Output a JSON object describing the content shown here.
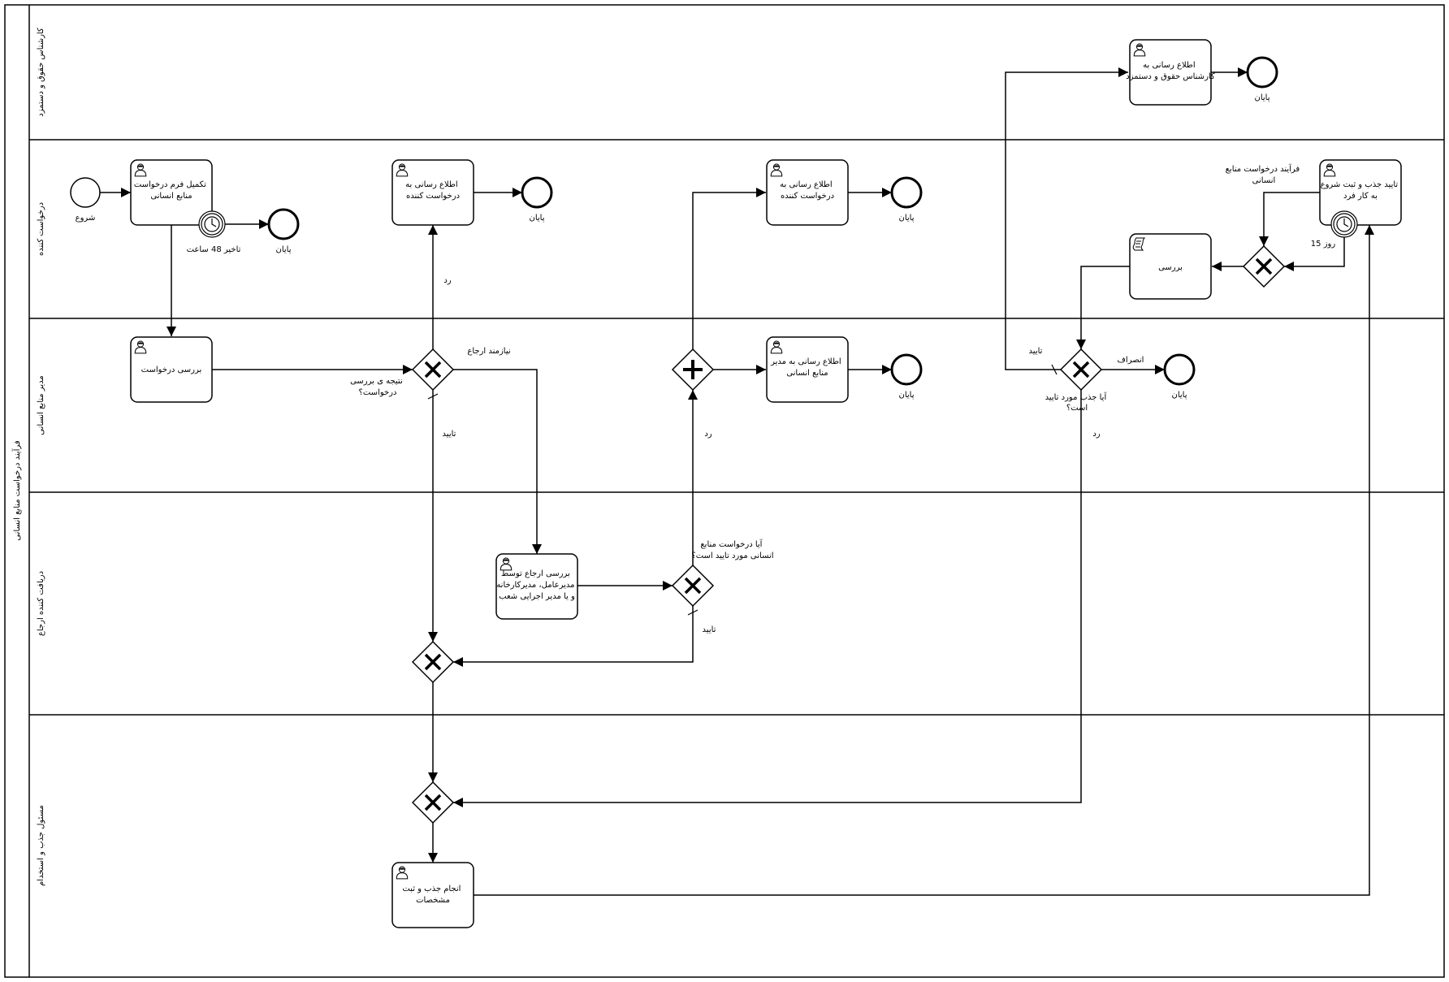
{
  "pool": {
    "label": "فرآیند درخواست منابع انسانی"
  },
  "lanes": [
    {
      "id": "lane-expert",
      "label": "کارشناس حقوق و دستمزد"
    },
    {
      "id": "lane-requester",
      "label": "درخواست کننده"
    },
    {
      "id": "lane-hr-manager",
      "label": "مدیر منابع انسانی"
    },
    {
      "id": "lane-referral",
      "label": "دریافت کننده ارجاع"
    },
    {
      "id": "lane-recruit",
      "label": "مسئول جذب و استخدام"
    }
  ],
  "tasks": {
    "notify_payroll": {
      "lines": [
        "اطلاع رسانی به",
        "کارشناس حقوق و دستمزد"
      ]
    },
    "fill_form": {
      "lines": [
        "تکمیل فرم درخواست",
        "منابع انسانی"
      ]
    },
    "notify_requester1": {
      "lines": [
        "اطلاع رسانی به",
        "درخواست کننده"
      ]
    },
    "notify_requester2": {
      "lines": [
        "اطلاع رسانی به",
        "درخواست کننده"
      ]
    },
    "approve_start": {
      "lines": [
        "تایید جذب و ثبت شروع",
        "به کار فرد"
      ]
    },
    "review": {
      "lines": [
        "بررسی"
      ]
    },
    "review_request": {
      "lines": [
        "بررسی درخواست"
      ]
    },
    "notify_hr": {
      "lines": [
        "اطلاع رسانی به مدیر",
        "منابع انسانی"
      ]
    },
    "review_referral": {
      "lines": [
        "بررسی ارجاع توسط",
        "مدیرعامل، مدیرکارخانه",
        "و یا مدیر اجرایی شعب"
      ]
    },
    "recruit_register": {
      "lines": [
        "انجام جذب و ثبت",
        "مشخصات"
      ]
    }
  },
  "events": {
    "start": "شروع",
    "end": "پایان",
    "timer_48h": "تاخیر 48 ساعت",
    "timer_15d": "15 روز"
  },
  "labels": {
    "reject": "رد",
    "approve": "تایید",
    "needs_referral": "نیازمند ارجاع",
    "review_result": [
      "نتیجه ی بررسی",
      "درخواست؟"
    ],
    "hr_request_approved": [
      "آیا درخواست منابع",
      "انسانی مورد تایید است؟"
    ],
    "hire_approved": [
      "آیا جذب مورد تایید",
      "است؟"
    ],
    "cancel": "انصراف",
    "hr_request_process": [
      "فرآیند درخواست منابع",
      "انسانی"
    ]
  }
}
